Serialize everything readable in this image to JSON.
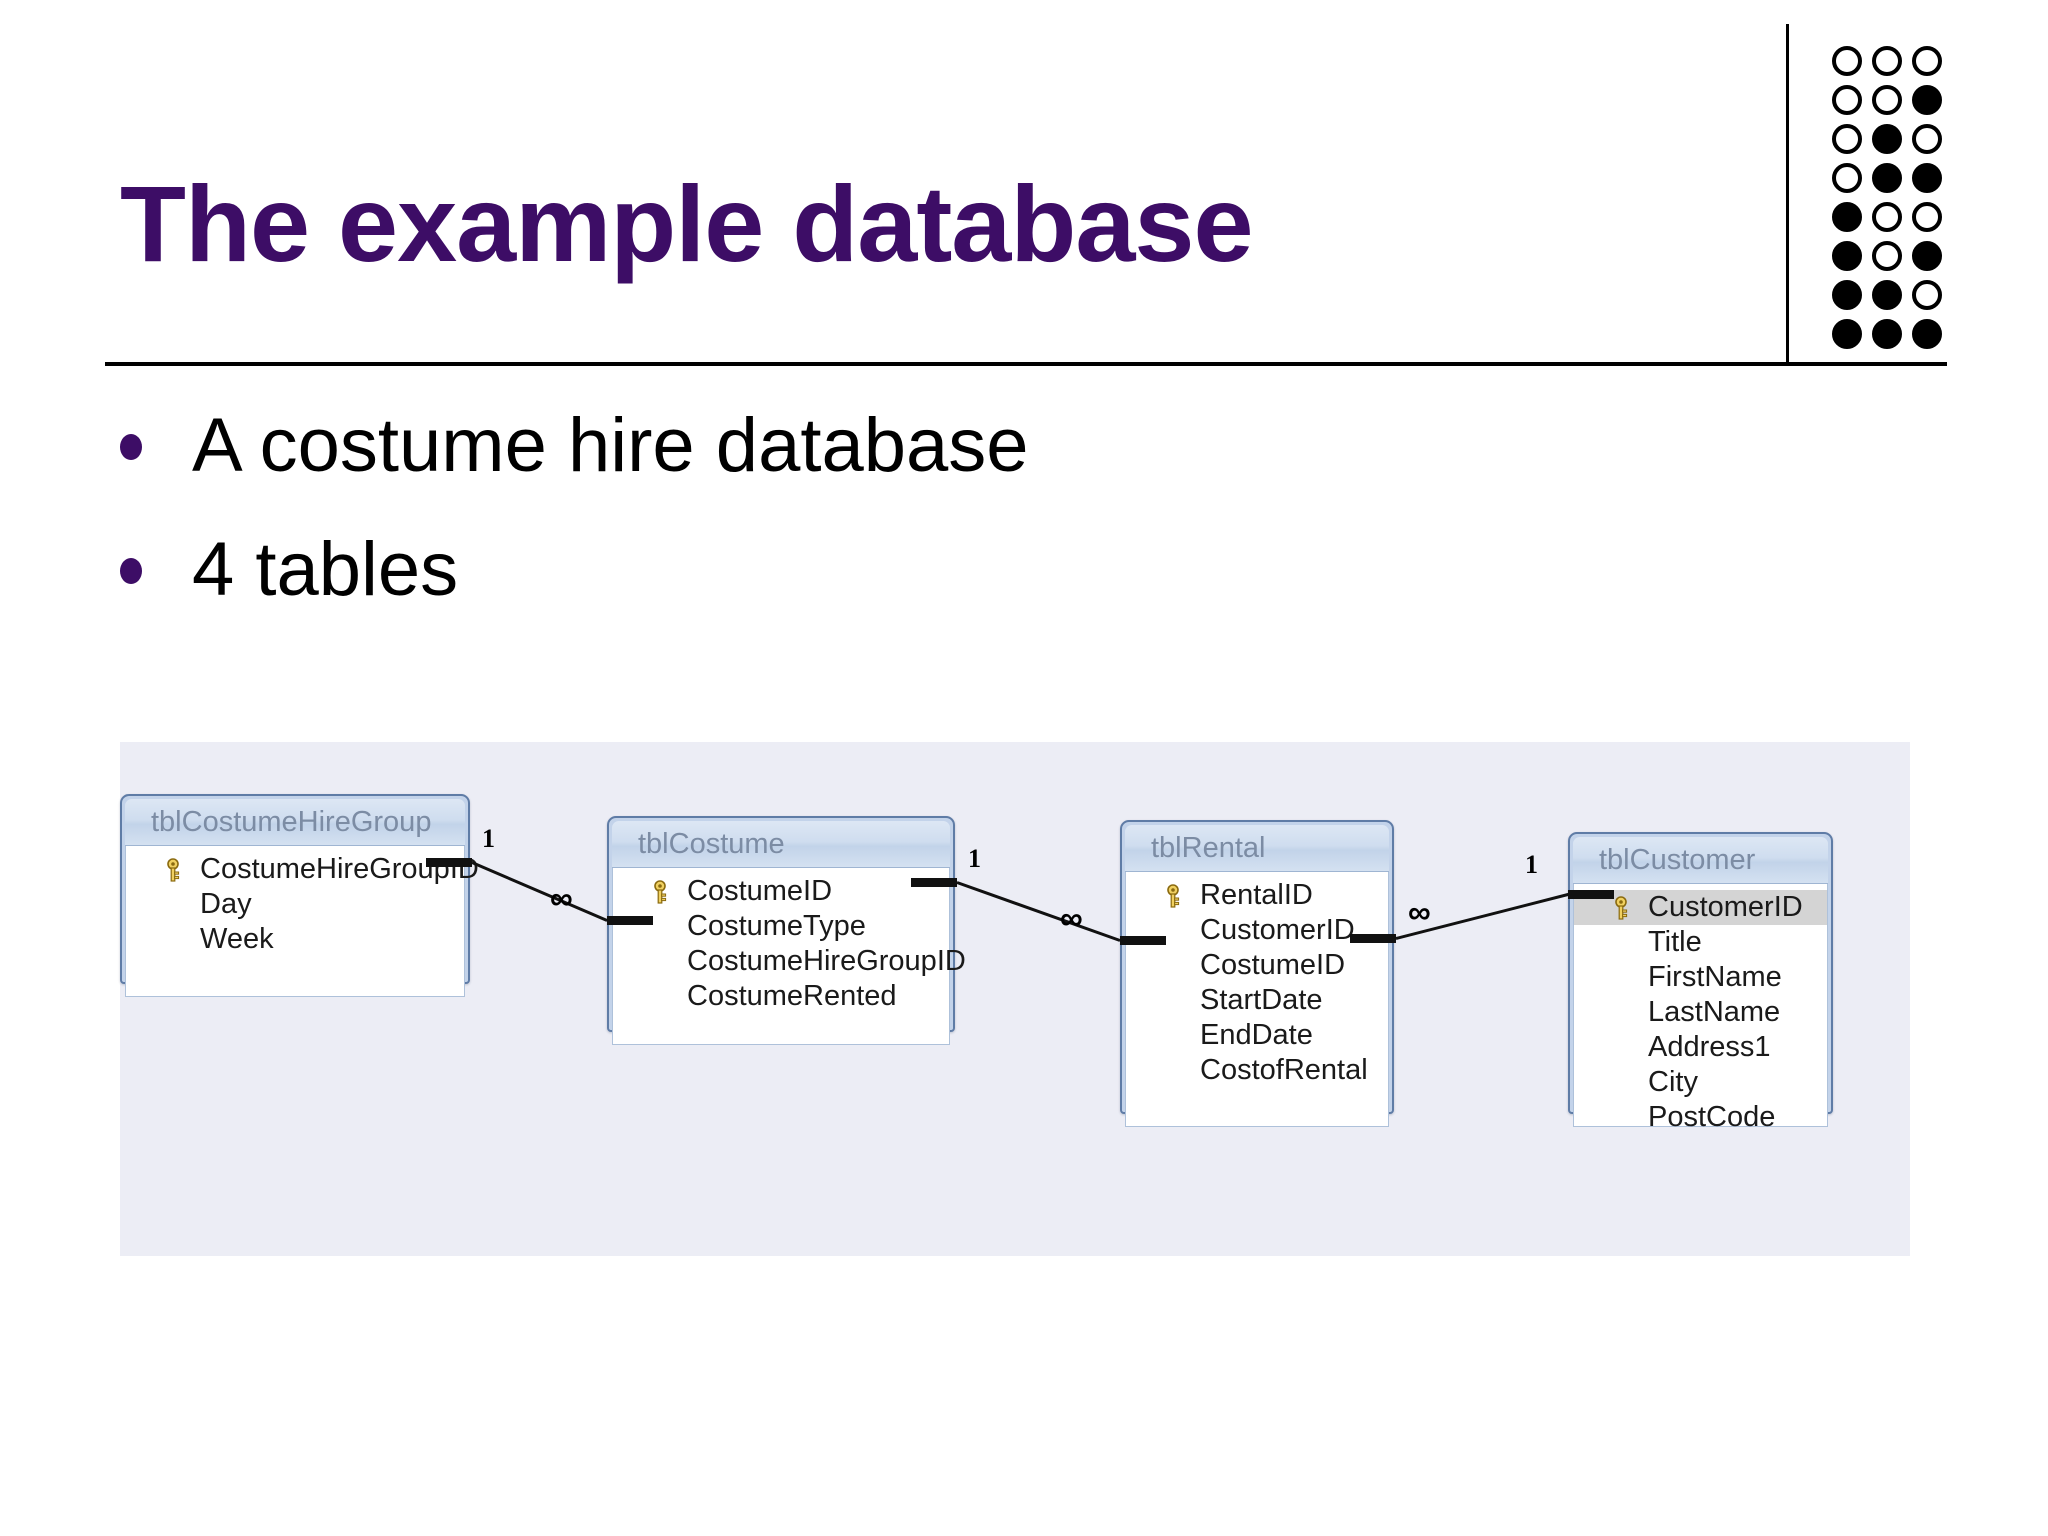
{
  "slide": {
    "title": "The example database",
    "bullets": [
      "A costume hire database",
      "4 tables"
    ],
    "accent_color": "#3d0d66",
    "rule_color": "#000000"
  },
  "decoration": {
    "name": "dot-grid",
    "rows": 8,
    "columns": 3,
    "pattern": [
      [
        false,
        false,
        false
      ],
      [
        false,
        false,
        true
      ],
      [
        false,
        true,
        false
      ],
      [
        false,
        true,
        true
      ],
      [
        true,
        false,
        false
      ],
      [
        true,
        false,
        true
      ],
      [
        true,
        true,
        false
      ],
      [
        true,
        true,
        true
      ]
    ]
  },
  "diagram": {
    "background_color": "#ecedf5",
    "tables": [
      {
        "name": "tblCostumeHireGroup",
        "fields": [
          {
            "label": "CostumeHireGroupID",
            "key": true,
            "selected": false
          },
          {
            "label": "Day",
            "key": false,
            "selected": false
          },
          {
            "label": "Week",
            "key": false,
            "selected": false
          }
        ]
      },
      {
        "name": "tblCostume",
        "fields": [
          {
            "label": "CostumeID",
            "key": true,
            "selected": false
          },
          {
            "label": "CostumeType",
            "key": false,
            "selected": false
          },
          {
            "label": "CostumeHireGroupID",
            "key": false,
            "selected": false
          },
          {
            "label": "CostumeRented",
            "key": false,
            "selected": false
          }
        ]
      },
      {
        "name": "tblRental",
        "fields": [
          {
            "label": "RentalID",
            "key": true,
            "selected": false
          },
          {
            "label": "CustomerID",
            "key": false,
            "selected": false
          },
          {
            "label": "CostumeID",
            "key": false,
            "selected": false
          },
          {
            "label": "StartDate",
            "key": false,
            "selected": false
          },
          {
            "label": "EndDate",
            "key": false,
            "selected": false
          },
          {
            "label": "CostofRental",
            "key": false,
            "selected": false
          }
        ]
      },
      {
        "name": "tblCustomer",
        "fields": [
          {
            "label": "CustomerID",
            "key": true,
            "selected": true
          },
          {
            "label": "Title",
            "key": false,
            "selected": false
          },
          {
            "label": "FirstName",
            "key": false,
            "selected": false
          },
          {
            "label": "LastName",
            "key": false,
            "selected": false
          },
          {
            "label": "Address1",
            "key": false,
            "selected": false
          },
          {
            "label": "City",
            "key": false,
            "selected": false
          },
          {
            "label": "PostCode",
            "key": false,
            "selected": false
          }
        ]
      }
    ],
    "relationships": [
      {
        "from": "tblCostumeHireGroup",
        "to": "tblCostume",
        "from_label": "1",
        "to_label": "∞"
      },
      {
        "from": "tblCostume",
        "to": "tblRental",
        "from_label": "1",
        "to_label": "∞"
      },
      {
        "from": "tblRental",
        "to": "tblCustomer",
        "from_label": "∞",
        "to_label": "1"
      }
    ]
  }
}
